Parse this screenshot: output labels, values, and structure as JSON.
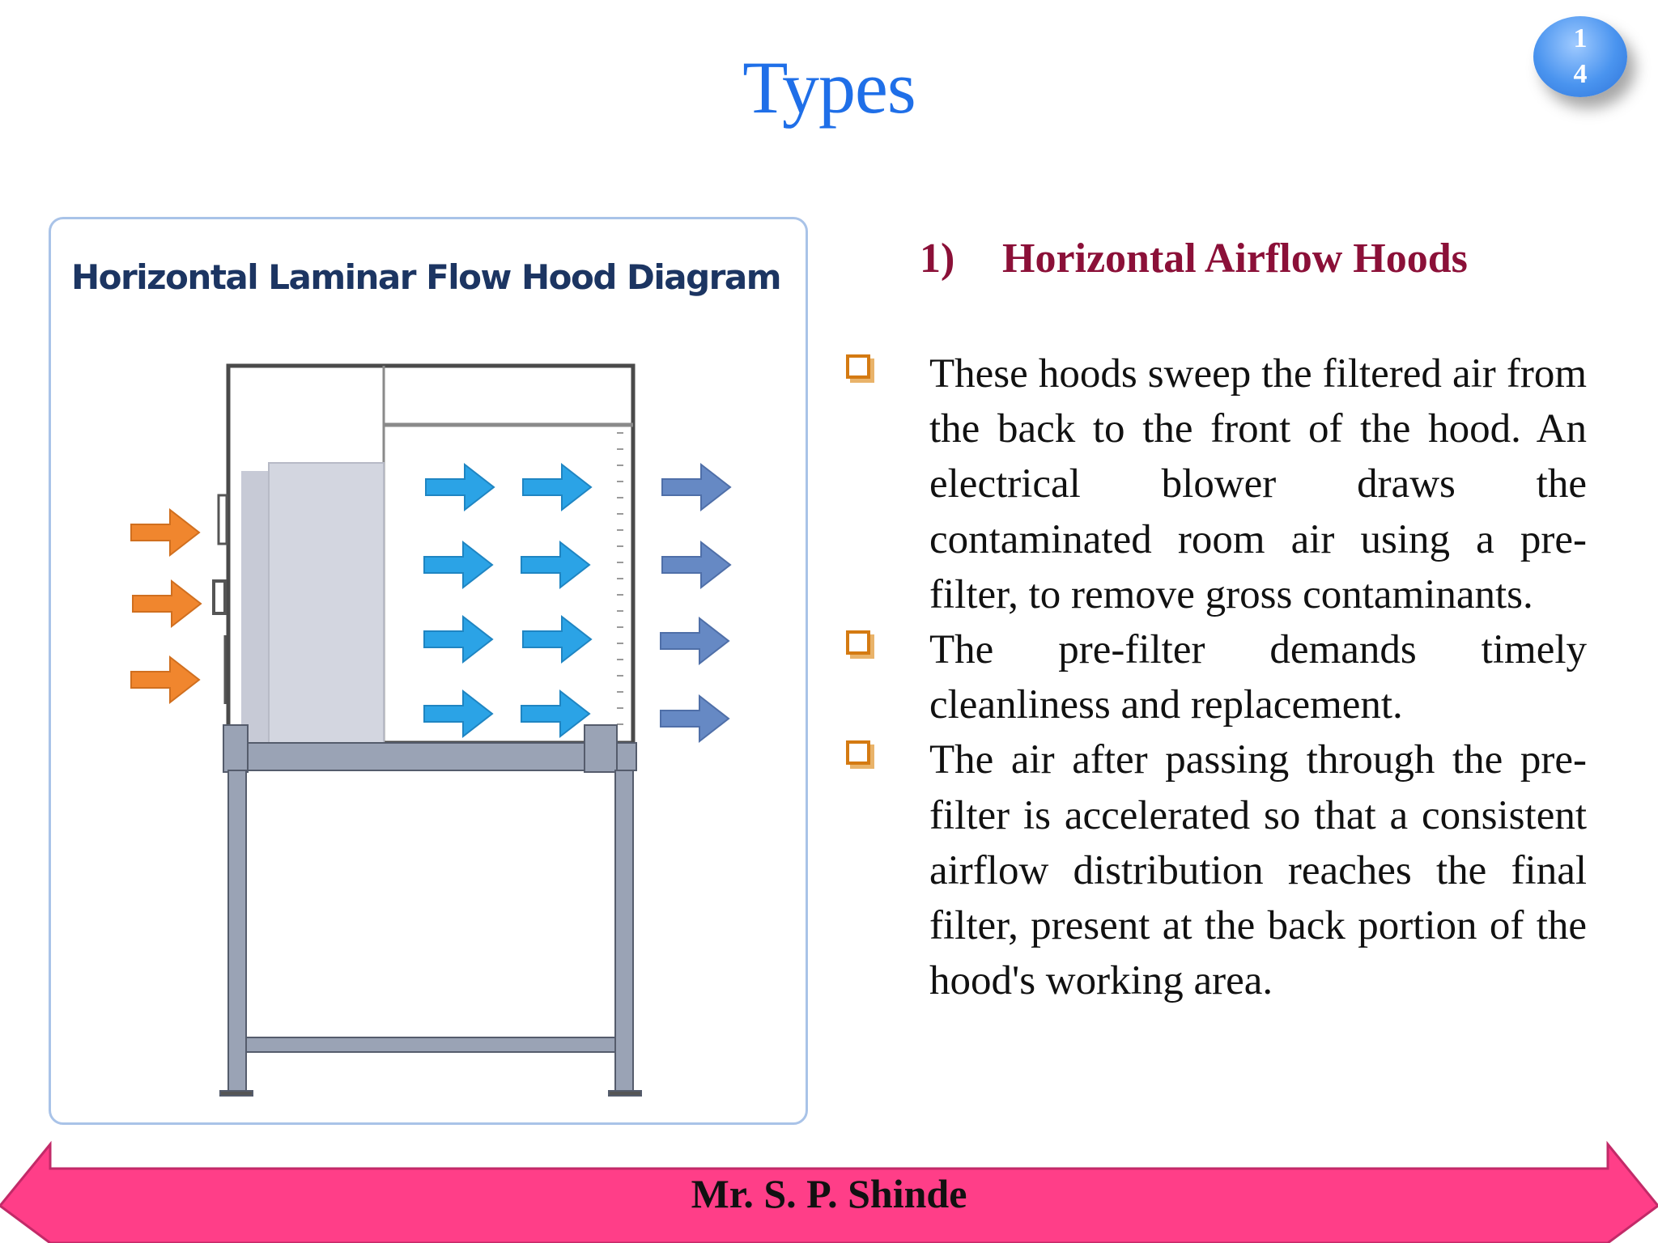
{
  "slide": {
    "title": "Types",
    "page_number_line1": "1",
    "page_number_line2": "4"
  },
  "diagram": {
    "title": "Horizontal Laminar Flow Hood Diagram",
    "colors": {
      "intake_arrow": "#f0862e",
      "filtered_arrow": "#2ba3e6",
      "exhaust_arrow": "#6689c4",
      "frame": "#a9c3e8"
    }
  },
  "content": {
    "heading_number": "1)",
    "heading_text": "Horizontal Airflow Hoods",
    "bullets": [
      "These hoods sweep the filtered air from the back to the front of the hood. An electrical blower draws the contaminated room air using a pre-filter, to remove gross contaminants.",
      "The pre-filter demands timely cleanliness and replacement.",
      "The air after passing through the pre-filter is accelerated so that a consistent airflow distribution reaches the final filter, present at the back portion of the hood's working area."
    ]
  },
  "footer": {
    "author": "Mr. S. P. Shinde",
    "color": "#ff3e88"
  }
}
